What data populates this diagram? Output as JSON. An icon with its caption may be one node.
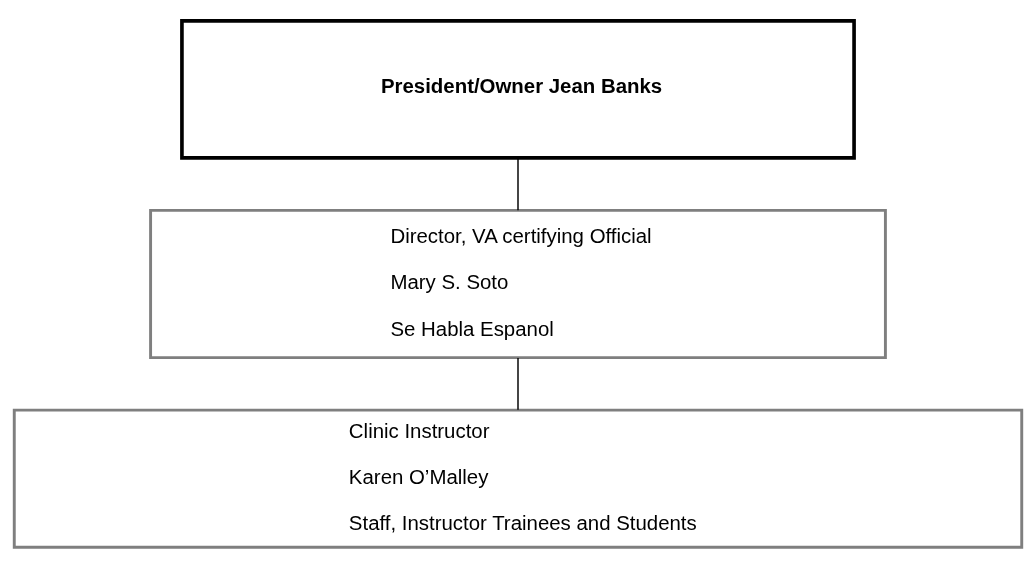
{
  "diagram": {
    "nodes": [
      {
        "text": [
          "President/Owner Jean Banks"
        ]
      },
      {
        "text": [
          "Director, VA certifying Official",
          "Mary S. Soto",
          "Se Habla Espanol"
        ]
      },
      {
        "text": [
          "Clinic Instructor",
          "Karen O’Malley",
          "Staff, Instructor Trainees and Students"
        ]
      }
    ],
    "edges": [
      {
        "from": 0,
        "to": 1,
        "arrow": "none"
      },
      {
        "from": 1,
        "to": 2,
        "arrow": "none"
      }
    ]
  }
}
